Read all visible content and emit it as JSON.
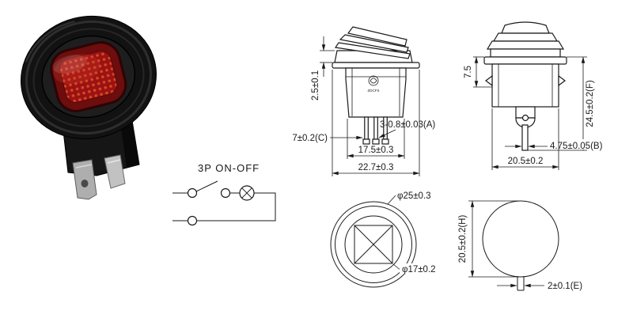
{
  "product_photo": {
    "description": "black round waterproof rocker switch with red illuminated lens",
    "lens_color": "#a01414",
    "body_color": "#141414",
    "terminal_color": "#b5b5b5"
  },
  "circuit_diagram": {
    "label": "3P ON-OFF"
  },
  "front_view": {
    "brand_mark": "ZDCFS",
    "dims": {
      "cap_height": "2.5±0.1",
      "pin_position": "7±0.2(C)",
      "terminal_size": "3-0.8±0.03(A)",
      "body_width": "17.5±0.3",
      "flange_width": "22.7±0.3"
    }
  },
  "side_view": {
    "dims": {
      "upper_height": "7.5",
      "total_height": "24.5±0.2(F)",
      "pin_width": "4.75±0.05(B)",
      "body_width": "20.5±0.2"
    }
  },
  "top_view": {
    "dims": {
      "outer_diameter": "φ25±0.3",
      "inner_diameter": "φ17±0.2"
    }
  },
  "cutout_view": {
    "dims": {
      "hole_diameter": "20.5±0.2(H)",
      "key_width": "2±0.1(E)"
    }
  }
}
